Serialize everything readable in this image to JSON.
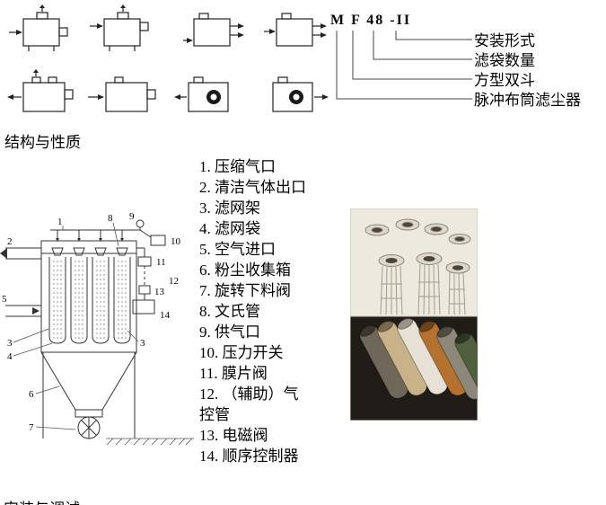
{
  "header": {
    "model_code": "M F 48 -II",
    "callouts": [
      "安装形式",
      "滤袋数量",
      "方型双斗",
      "脉冲布筒滤尘器"
    ]
  },
  "section": {
    "heading": "结构与性质",
    "bottom_partial": "安装与调试"
  },
  "parts": [
    "1. 压缩气口",
    "2. 清洁气体出口",
    "3. 滤网架",
    "4. 滤网袋",
    "5. 空气进口",
    "6. 粉尘收集箱",
    "7. 旋转下料阀",
    "8. 文氏管",
    "9. 供气口",
    "10. 压力开关",
    "11. 膜片阀",
    "12. （辅助）气控管",
    "13. 电磁阀",
    "14. 顺序控制器"
  ],
  "diagram": {
    "numbers": [
      "1",
      "2",
      "3",
      "4",
      "5",
      "6",
      "7",
      "8",
      "9",
      "10",
      "11",
      "12",
      "13",
      "14"
    ]
  }
}
